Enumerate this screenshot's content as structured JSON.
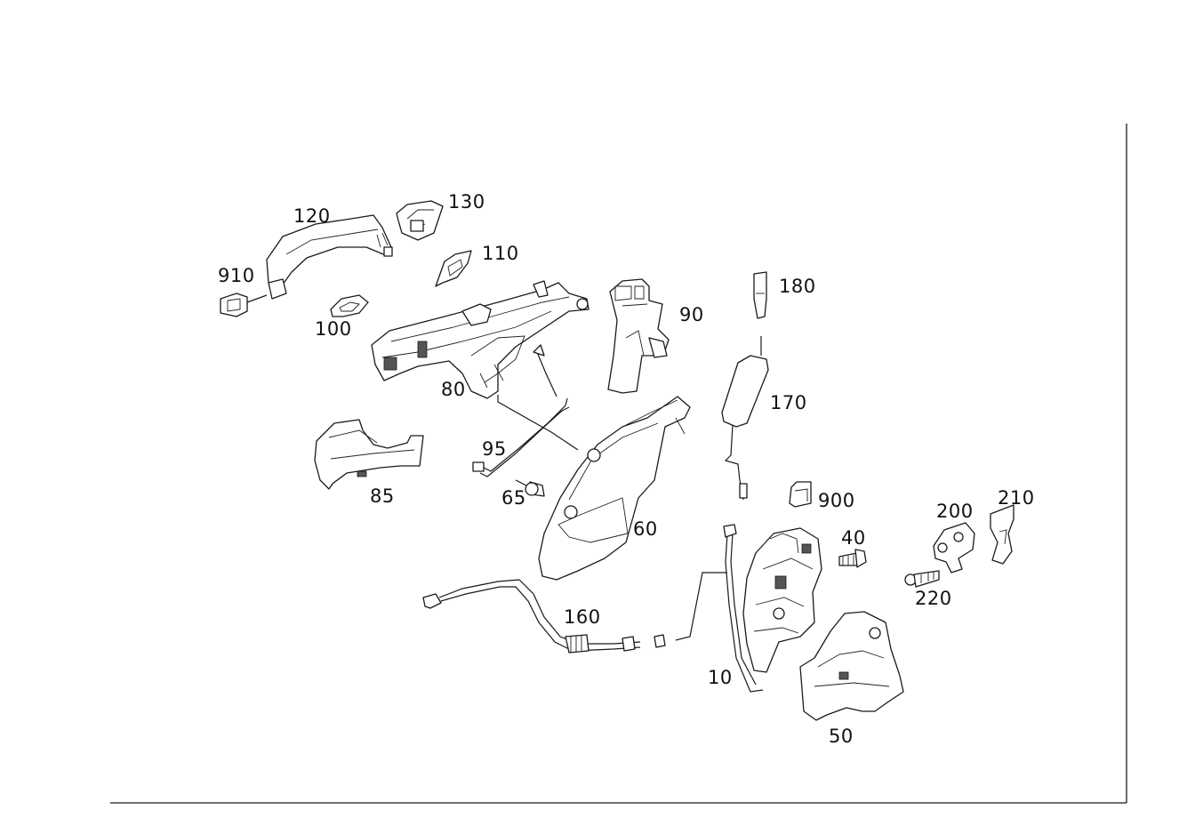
{
  "parts": [
    {
      "key": "120",
      "label": "120",
      "icon": "door-handle-icon"
    },
    {
      "key": "130",
      "label": "130",
      "icon": "handle-cap-icon"
    },
    {
      "key": "110",
      "label": "110",
      "icon": "gasket-icon"
    },
    {
      "key": "910",
      "label": "910",
      "icon": "lock-cylinder-cover-icon"
    },
    {
      "key": "100",
      "label": "100",
      "icon": "handle-seal-icon"
    },
    {
      "key": "80",
      "label": "80",
      "icon": "handle-carrier-icon"
    },
    {
      "key": "90",
      "label": "90",
      "icon": "bracket-icon"
    },
    {
      "key": "180",
      "label": "180",
      "icon": "lock-knob-icon"
    },
    {
      "key": "170",
      "label": "170",
      "icon": "lock-rod-icon"
    },
    {
      "key": "95",
      "label": "95",
      "icon": "connecting-rod-icon"
    },
    {
      "key": "85",
      "label": "85",
      "icon": "cover-icon"
    },
    {
      "key": "65",
      "label": "65",
      "icon": "screw-icon"
    },
    {
      "key": "60",
      "label": "60",
      "icon": "lock-housing-plate-icon"
    },
    {
      "key": "900",
      "label": "900",
      "icon": "cap-icon"
    },
    {
      "key": "40",
      "label": "40",
      "icon": "bolt-icon"
    },
    {
      "key": "200",
      "label": "200",
      "icon": "striker-icon"
    },
    {
      "key": "210",
      "label": "210",
      "icon": "striker-shim-icon"
    },
    {
      "key": "220",
      "label": "220",
      "icon": "screw-icon"
    },
    {
      "key": "160",
      "label": "160",
      "icon": "bowden-cable-icon"
    },
    {
      "key": "10",
      "label": "10",
      "icon": "door-lock-icon"
    },
    {
      "key": "50",
      "label": "50",
      "icon": "lock-cover-icon"
    }
  ]
}
